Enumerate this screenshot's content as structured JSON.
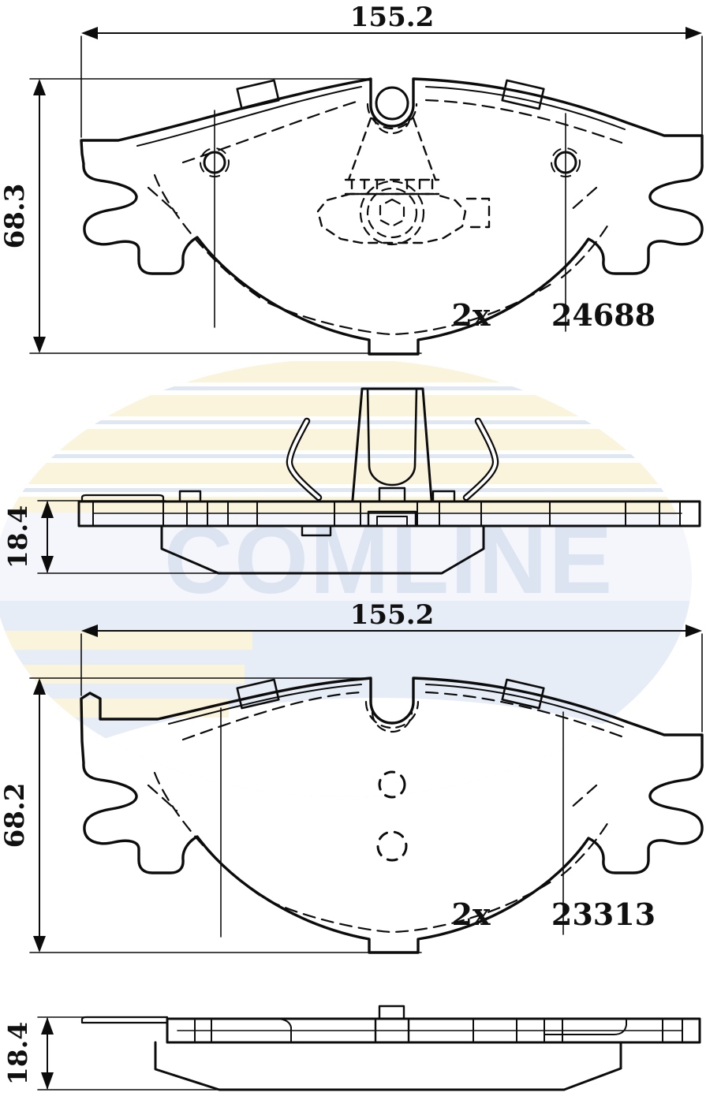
{
  "watermark": {
    "text": "COMLINE",
    "colors": {
      "cream": "#faf4dc",
      "stripe_blue": "#dfe7f3",
      "band_blue": "#f4f6fb",
      "wash_blue": "#e7edf6",
      "text_fill": "#dce4f1"
    }
  },
  "pads": [
    {
      "part_number": "24688",
      "quantity": "2x",
      "width_mm": "155.2",
      "height_mm": "68.3",
      "thickness_mm": "18.4"
    },
    {
      "part_number": "23313",
      "quantity": "2x",
      "width_mm": "155.2",
      "height_mm": "68.2",
      "thickness_mm": "18.4"
    }
  ]
}
